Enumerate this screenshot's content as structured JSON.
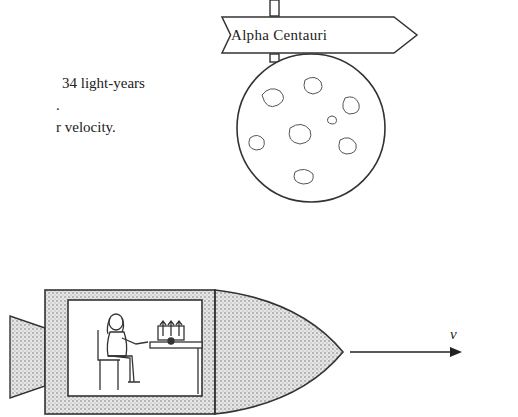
{
  "diagram": {
    "nodes": [
      {
        "text": [
          "Alpha Centauri"
        ]
      }
    ],
    "labels": [
      "34 light-years",
      ".",
      "r velocity.",
      "v"
    ]
  }
}
